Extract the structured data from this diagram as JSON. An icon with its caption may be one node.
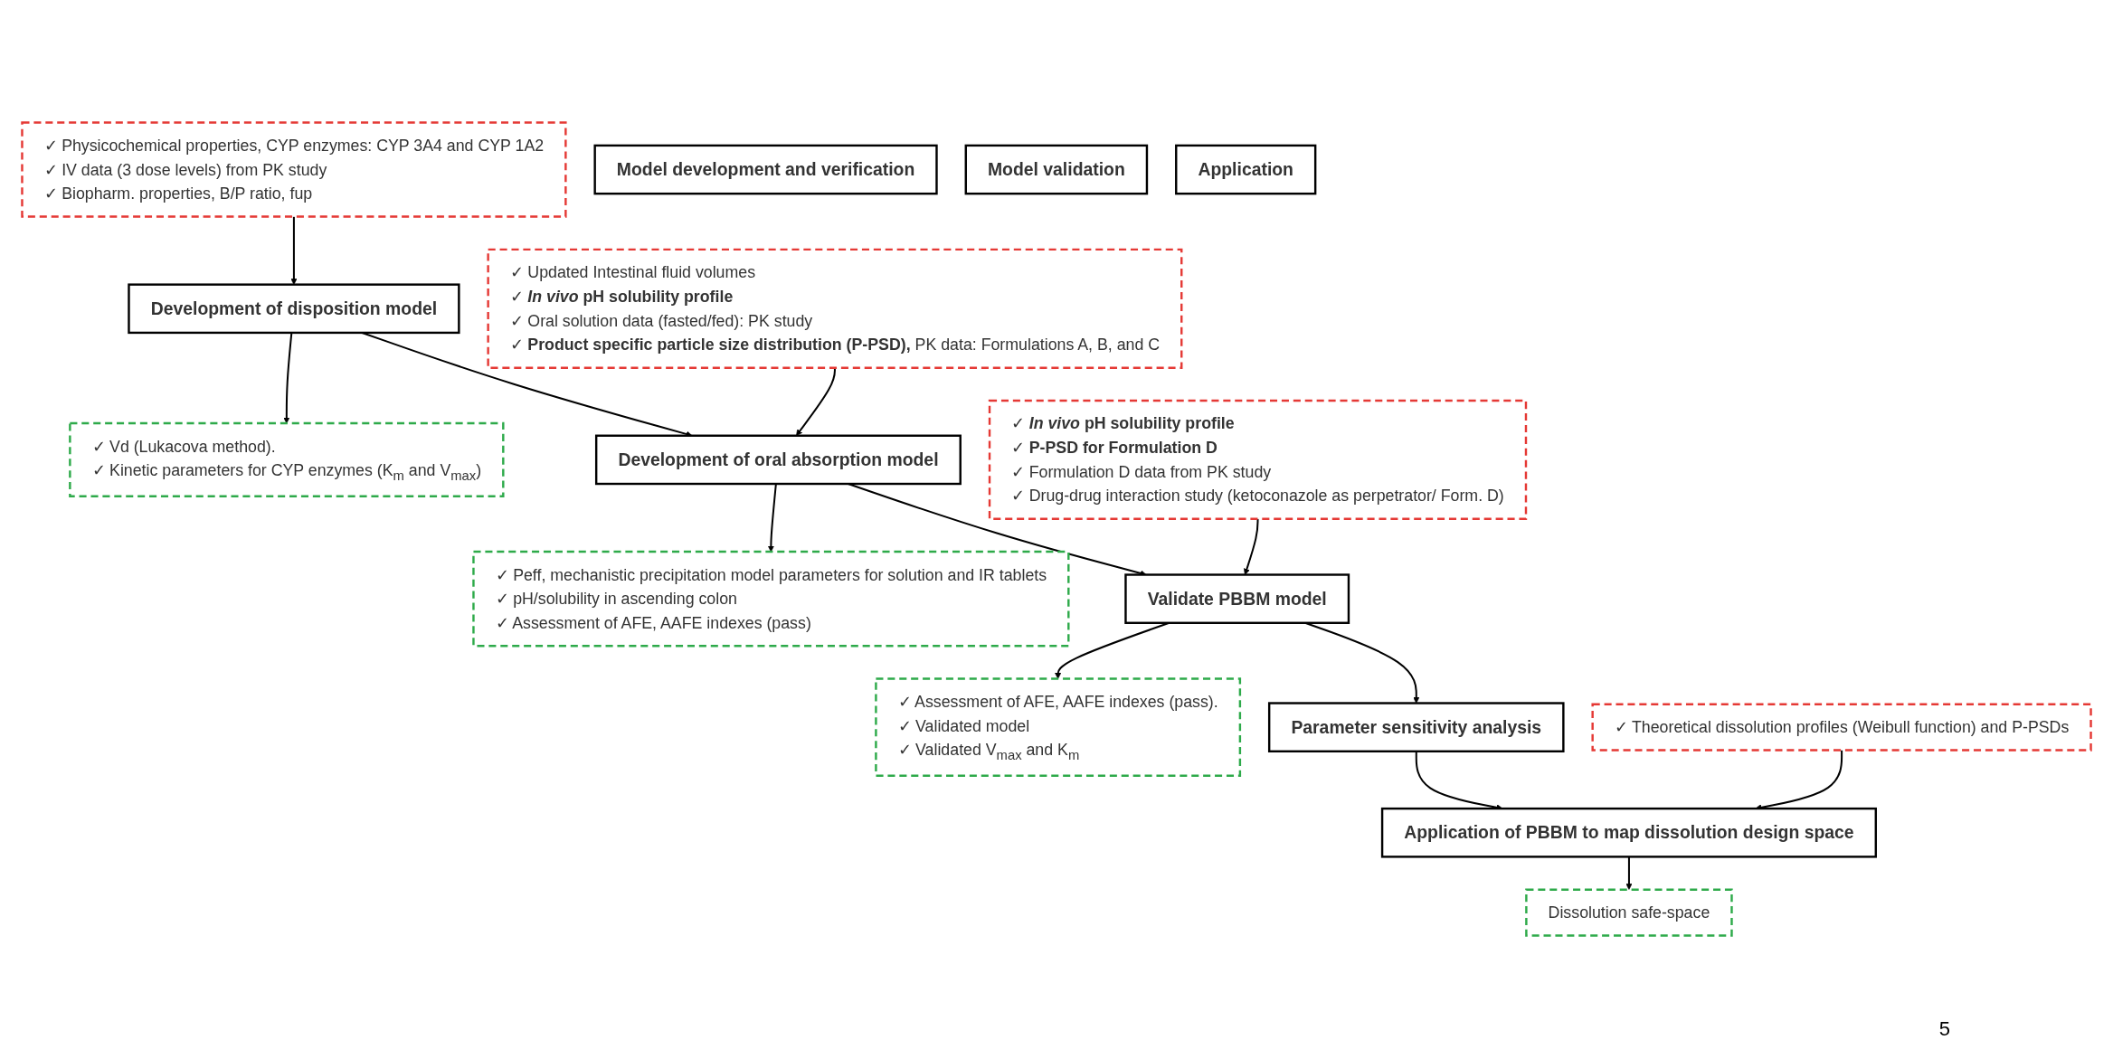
{
  "diagram": {
    "nodes": [
      {
        "text": [
          "✓ Physicochemical properties, CYP enzymes: CYP 3A4 and CYP 1A2",
          "✓ IV data (3 dose levels) from PK study",
          "✓ Biopharm. properties, B/P ratio, fup"
        ]
      },
      {
        "text": [
          "Development of disposition model"
        ]
      },
      {
        "text": [
          "✓ Vd (Lukacova method).",
          "✓ Kinetic parameters for CYP enzymes (K$_{m}$ and V$_{max}$)"
        ]
      },
      {
        "text": [
          "✓ Updated Intestinal fluid volumes",
          "✓ ***In vivo* pH solubility profile**",
          "✓ Oral solution data (fasted/fed): PK study",
          "✓ **Product specific particle size distribution (P-PSD),** PK data: Formulations A, B, and C"
        ]
      },
      {
        "text": [
          "Development of oral absorption model"
        ]
      },
      {
        "text": [
          "✓ Peff, mechanistic precipitation model parameters for solution and IR tablets",
          "✓ pH/solubility in ascending colon",
          "✓ Assessment of AFE, AAFE indexes (pass)"
        ]
      },
      {
        "text": [
          "✓ ***In vivo* pH solubility profile**",
          "✓ **P-PSD for Formulation D**",
          "✓ Formulation D data from PK study",
          "✓ Drug-drug interaction study (ketoconazole as perpetrator/ Form. D)"
        ]
      },
      {
        "text": [
          "Validate PBBM model"
        ]
      },
      {
        "text": [
          "✓ Assessment of AFE, AAFE indexes (pass).",
          "✓ Validated model",
          "✓ Validated V$_{max}$ and K$_{m}$"
        ]
      },
      {
        "text": [
          "Parameter sensitivity analysis"
        ]
      },
      {
        "text": [
          "✓ Theoretical dissolution profiles (Weibull function) and P-PSDs"
        ]
      },
      {
        "text": [
          "Application of PBBM to map dissolution design space"
        ]
      },
      {
        "text": [
          "Dissolution safe-space"
        ]
      },
      {
        "text": [
          "Model development and verification"
        ]
      },
      {
        "text": [
          "Model validation"
        ]
      },
      {
        "text": [
          "Application"
        ]
      }
    ],
    "edges": [
      {
        "from": 0,
        "to": 1,
        "arrow": "to"
      },
      {
        "from": 1,
        "to": 4,
        "arrow": "to"
      },
      {
        "from": 1,
        "to": 2,
        "arrow": "to"
      },
      {
        "from": 3,
        "to": 4,
        "arrow": "to"
      },
      {
        "from": 4,
        "to": 7,
        "arrow": "to"
      },
      {
        "from": 4,
        "to": 5,
        "arrow": "to"
      },
      {
        "from": 6,
        "to": 7,
        "arrow": "to"
      },
      {
        "from": 7,
        "to": 9,
        "arrow": "to"
      },
      {
        "from": 7,
        "to": 8,
        "arrow": "to"
      },
      {
        "from": 9,
        "to": 11,
        "arrow": "to"
      },
      {
        "from": 10,
        "to": 11,
        "arrow": "to"
      },
      {
        "from": 11,
        "to": 12,
        "arrow": "to"
      }
    ],
    "labels": [
      "5"
    ]
  }
}
